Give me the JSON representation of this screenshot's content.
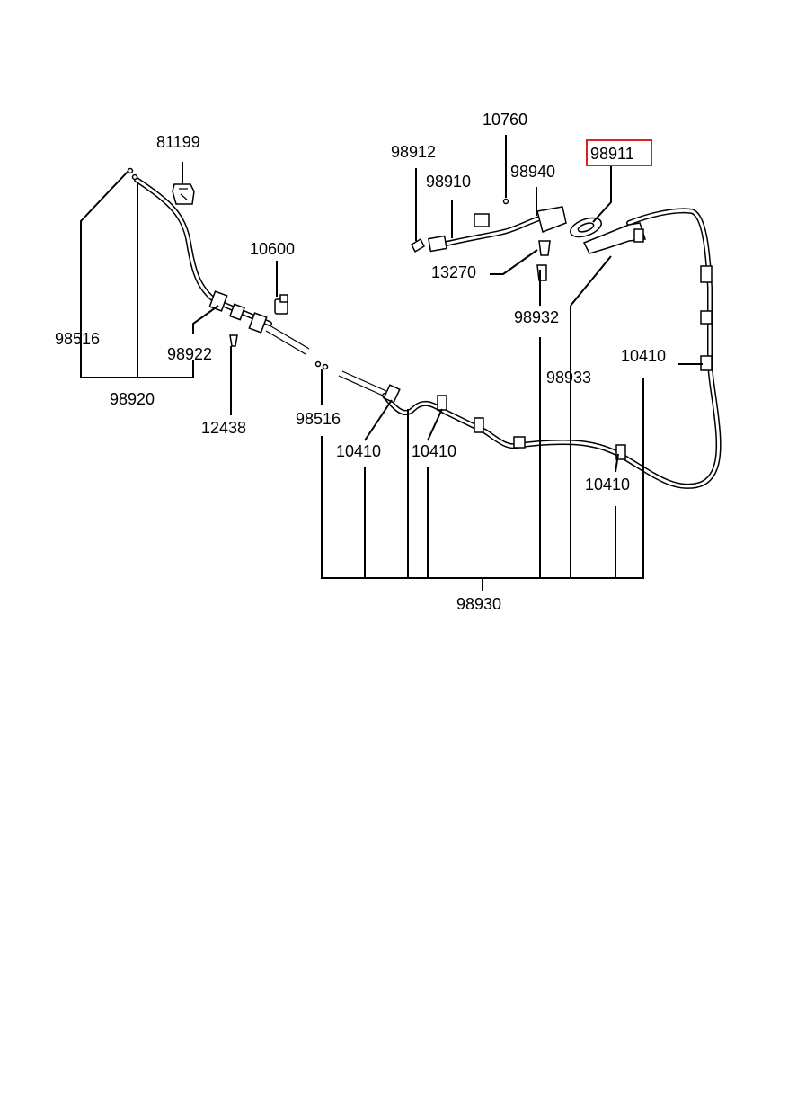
{
  "diagram": {
    "highlight_color": "#e02020",
    "labels": {
      "l81199": "81199",
      "l98516_left": "98516",
      "l98920": "98920",
      "l98922": "98922",
      "l12438": "12438",
      "l10600": "10600",
      "l98516_mid": "98516",
      "l10410_a": "10410",
      "l10410_b": "10410",
      "l10410_c": "10410",
      "l10410_d": "10410",
      "l98930": "98930",
      "l98912": "98912",
      "l98910": "98910",
      "l10760": "10760",
      "l98940": "98940",
      "l13270": "13270",
      "l98932": "98932",
      "l98933": "98933",
      "l98911": "98911"
    }
  }
}
